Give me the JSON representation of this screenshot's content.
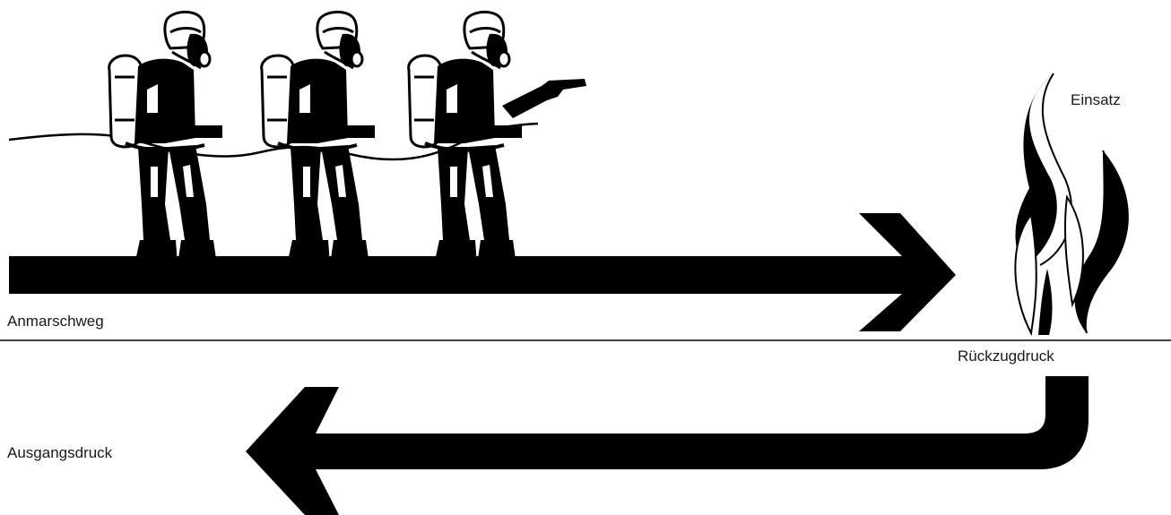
{
  "labels": {
    "approach": "Anmarschweg",
    "operation": "Einsatz",
    "retreat_pressure": "Rückzugdruck",
    "initial_pressure": "Ausgangsdruck"
  },
  "colors": {
    "ink": "#000000",
    "background": "#ffffff"
  },
  "icons": [
    "firefighter-icon",
    "firefighter-icon",
    "firefighter-icon",
    "flame-icon",
    "hose-line",
    "arrow-right",
    "arrow-left"
  ]
}
